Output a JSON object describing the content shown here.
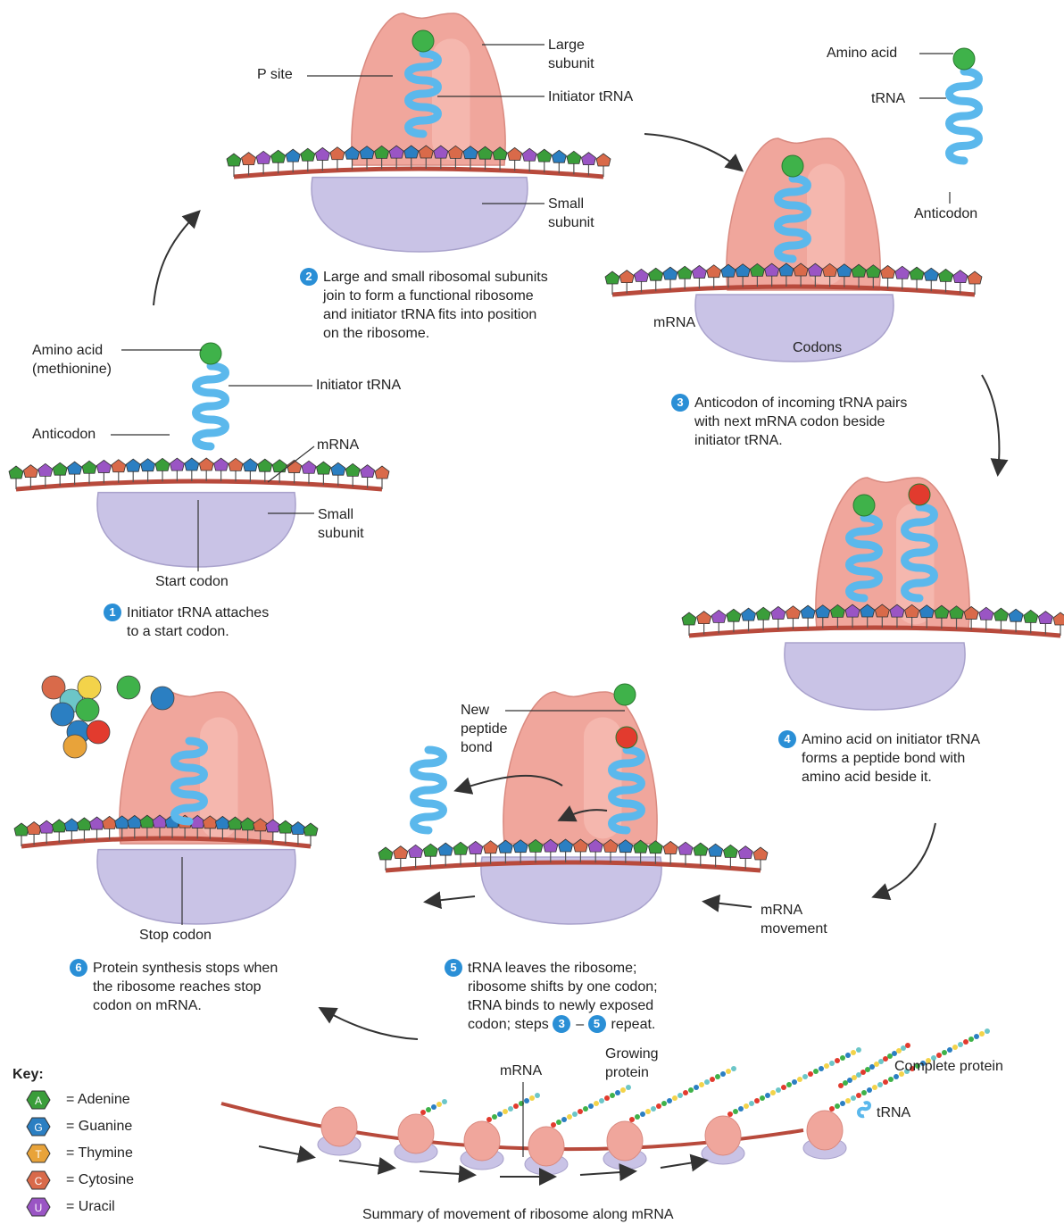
{
  "colors": {
    "ribosome_large": "#f0a69c",
    "ribosome_small": "#c9c3e6",
    "trna": "#5bb8ec",
    "mrna": "#b84a3c",
    "amino_green": "#3fb24a",
    "amino_red": "#e23b2e",
    "step_badge": "#2a8fd6",
    "adenine": "#3a9d3a",
    "guanine": "#2b7fc2",
    "thymine": "#e8a33a",
    "cytosine": "#d96a4a",
    "uracil": "#9a55c4"
  },
  "step1": {
    "num": "1",
    "caption_line1": "Initiator tRNA attaches",
    "caption_line2": "to a start codon.",
    "amino_acid": "Amino acid",
    "methionine": "(methionine)",
    "initiator_trna": "Initiator tRNA",
    "anticodon": "Anticodon",
    "mrna": "mRNA",
    "small_subunit_1": "Small",
    "small_subunit_2": "subunit",
    "start_codon": "Start codon"
  },
  "step2": {
    "num": "2",
    "caption_line1": "Large and small ribosomal subunits",
    "caption_line2": "join to form a functional ribosome",
    "caption_line3": "and initiator tRNA fits into position",
    "caption_line4": "on the ribosome.",
    "p_site": "P site",
    "large_1": "Large",
    "large_2": "subunit",
    "initiator_trna": "Initiator tRNA",
    "small_1": "Small",
    "small_2": "subunit"
  },
  "step3": {
    "num": "3",
    "caption_line1": "Anticodon of incoming tRNA pairs",
    "caption_line2": "with next mRNA codon beside",
    "caption_line3": "initiator tRNA.",
    "amino_acid": "Amino acid",
    "trna": "tRNA",
    "anticodon": "Anticodon",
    "mrna": "mRNA",
    "codons": "Codons"
  },
  "step4": {
    "num": "4",
    "caption_line1": "Amino acid on initiator tRNA",
    "caption_line2": "forms a peptide bond with",
    "caption_line3": "amino acid beside it."
  },
  "step5": {
    "num": "5",
    "caption_line1": "tRNA leaves the ribosome;",
    "caption_line2": "ribosome shifts by one codon;",
    "caption_line3": "tRNA binds to newly exposed",
    "caption_line4_a": "codon; steps",
    "step_a": "3",
    "dash": "–",
    "step_b": "5",
    "caption_line4_b": "repeat.",
    "new_peptide_1": "New",
    "new_peptide_2": "peptide",
    "new_peptide_3": "bond",
    "mrna_movement_1": "mRNA",
    "mrna_movement_2": "movement"
  },
  "step6": {
    "num": "6",
    "caption_line1": "Protein synthesis stops when",
    "caption_line2": "the ribosome reaches stop",
    "caption_line3": "codon on mRNA.",
    "stop_codon": "Stop codon"
  },
  "summary": {
    "mrna": "mRNA",
    "growing_1": "Growing",
    "growing_2": "protein",
    "complete": "Complete protein",
    "trna": "tRNA",
    "caption": "Summary of movement of ribosome along mRNA"
  },
  "key": {
    "title": "Key:",
    "items": [
      {
        "letter": "A",
        "label": "= Adenine",
        "color_key": "adenine"
      },
      {
        "letter": "G",
        "label": "= Guanine",
        "color_key": "guanine"
      },
      {
        "letter": "T",
        "label": "= Thymine",
        "color_key": "thymine"
      },
      {
        "letter": "C",
        "label": "= Cytosine",
        "color_key": "cytosine"
      },
      {
        "letter": "U",
        "label": "= Uracil",
        "color_key": "uracil"
      }
    ]
  }
}
